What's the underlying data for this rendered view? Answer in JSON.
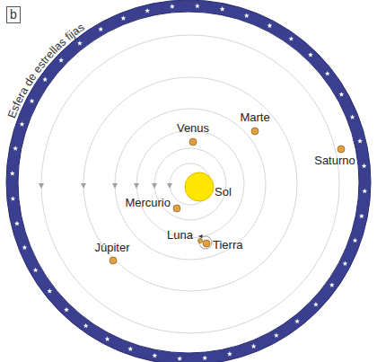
{
  "diagram": {
    "nodes": [
      {
        "text": [
          "b"
        ]
      }
    ],
    "labels": [
      "Esfera de estrellas fijas",
      "Venus",
      "Marte",
      "Saturno",
      "Mercurio",
      "Sol",
      "Luna",
      "Tierra",
      "Júpiter"
    ]
  }
}
